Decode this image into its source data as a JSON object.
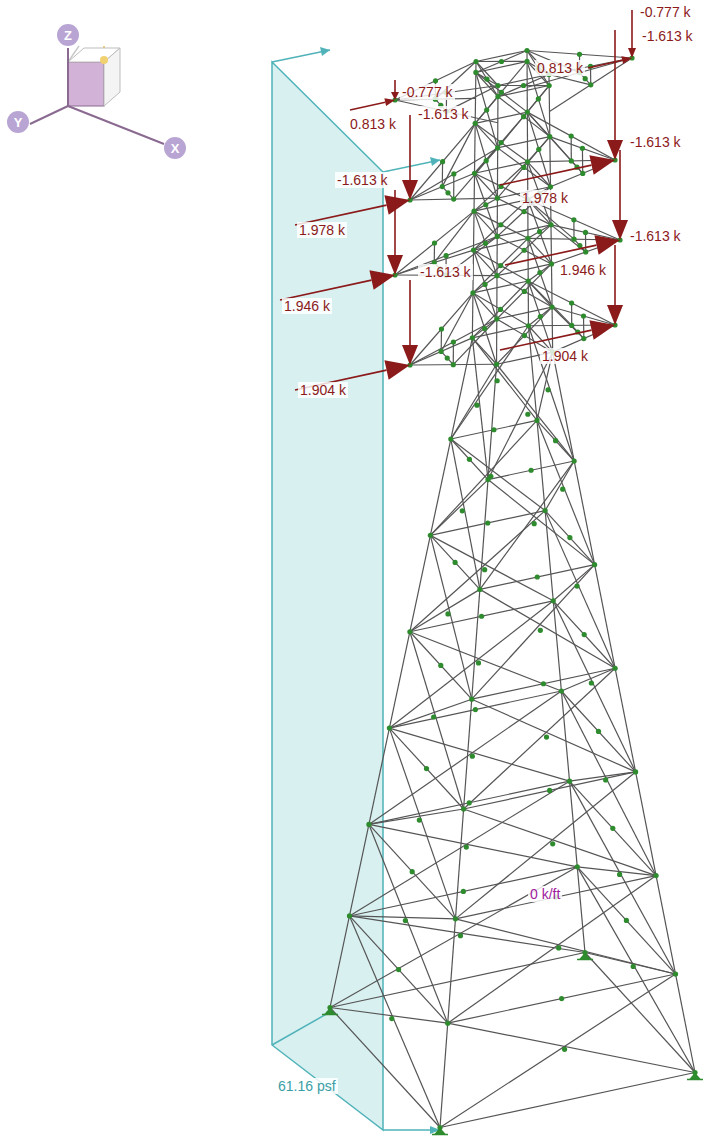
{
  "diagram": {
    "nodes": [
      {
        "text": [
          "Z"
        ]
      },
      {
        "text": [
          "Y"
        ]
      },
      {
        "text": [
          "X"
        ]
      }
    ],
    "labels": [
      "-0.777 k",
      "-0.777 k",
      "0.813 k",
      "-1.613 k",
      "0.813 k",
      "-1.613 k",
      "-1.613 k",
      "-1.613 k",
      "1.978 k",
      "1.978 k",
      "1.946 k",
      "-1.613 k",
      "-1.613 k",
      "1.946 k",
      "1.904 k",
      "1.904 k",
      "61.16 psf",
      "0 k/ft"
    ]
  }
}
